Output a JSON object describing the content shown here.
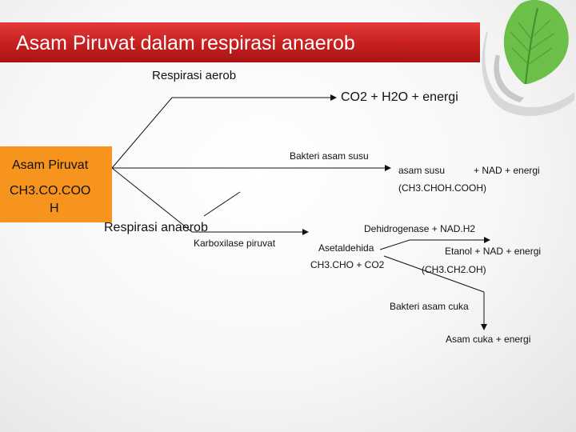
{
  "title": "Asam Piruvat dalam respirasi anaerob",
  "aerob_label": "Respirasi aerob",
  "aerob_product": "CO2 + H2O + energi",
  "start_line1": "Asam Piruvat",
  "start_line2": "CH3.CO.COO",
  "start_line3": "H",
  "anaerob_label": "Respirasi anaerob",
  "bakteri_susu": "Bakteri asam susu",
  "asam_susu": "asam susu",
  "nad_energi": "+ NAD + energi",
  "ch3choh": "(CH3.CHOH.COOH)",
  "karboxilase": "Karboxilase piruvat",
  "dehidrogenase": "Dehidrogenase + NAD.H2",
  "asetaldehida": "Asetaldehida",
  "asetaldehida_formula": "CH3.CHO + CO2",
  "etanol": "Etanol + NAD + energi",
  "etanol_formula": "(CH3.CH2.OH)",
  "bakteri_cuka": "Bakteri asam cuka",
  "asam_cuka": "Asam cuka + energi",
  "colors": {
    "title_bar": "#c51f1f",
    "start_box": "#f7941d",
    "leaf": "#6cc04a"
  },
  "icons": [
    "leaf-in-hands-icon"
  ]
}
